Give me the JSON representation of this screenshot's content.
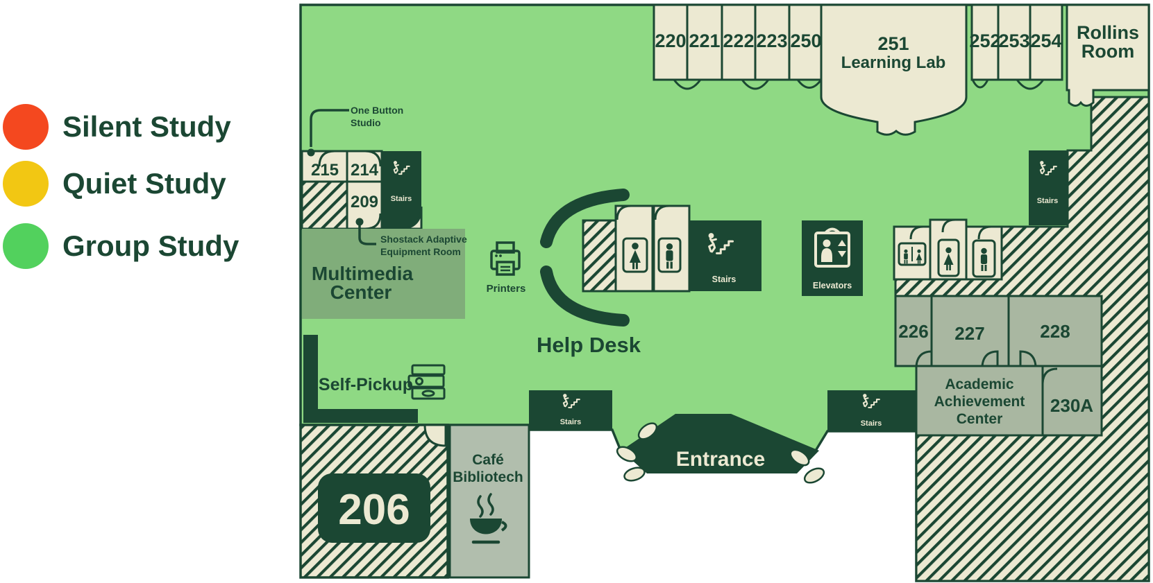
{
  "legend": {
    "items": [
      {
        "label": "Silent Study",
        "color": "#f4481f"
      },
      {
        "label": "Quiet Study",
        "color": "#f2c713"
      },
      {
        "label": "Group Study",
        "color": "#52d15d"
      }
    ]
  },
  "map": {
    "top_rooms": [
      "220",
      "221",
      "222",
      "223",
      "250"
    ],
    "learning_lab": {
      "number": "251",
      "name": "Learning Lab"
    },
    "right_rooms": [
      "252",
      "253",
      "254"
    ],
    "rollins": {
      "line1": "Rollins",
      "line2": "Room"
    },
    "cluster": {
      "r215": "215",
      "r214": "214",
      "r209": "209"
    },
    "annotations": {
      "one_button": {
        "line1": "One Button",
        "line2": "Studio"
      },
      "shostack": {
        "line1": "Shostack Adaptive",
        "line2": "Equipment Room"
      }
    },
    "multimedia": {
      "line1": "Multimedia",
      "line2": "Center"
    },
    "printers": "Printers",
    "help_desk": "Help Desk",
    "stairs": "Stairs",
    "elevators": "Elevators",
    "self_pickup": "Self-Pickup",
    "cafe": {
      "line1": "Café",
      "line2": "Bibliotech"
    },
    "room_206": "206",
    "entrance": "Entrance",
    "east_rooms": {
      "r226": "226",
      "r227": "227",
      "r228": "228",
      "r230a": "230A"
    },
    "aac": {
      "line1": "Academic",
      "line2": "Achievement",
      "line3": "Center"
    }
  }
}
